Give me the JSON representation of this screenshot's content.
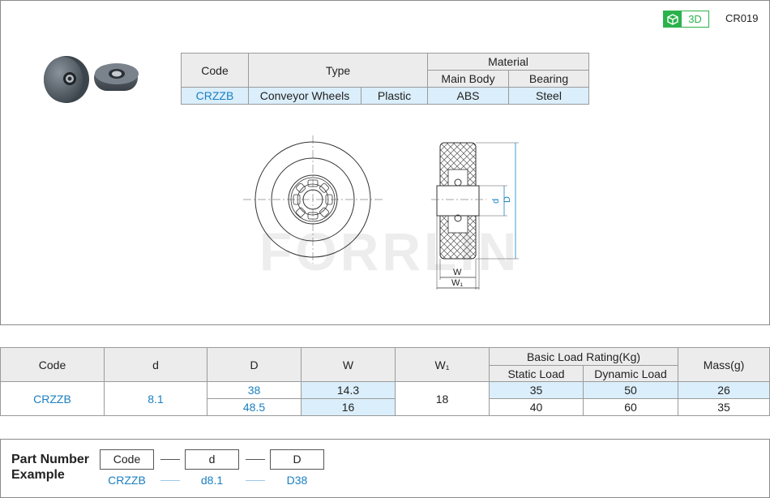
{
  "header": {
    "badge_3d": "3D",
    "product_code": "CR019"
  },
  "type_table": {
    "headers": {
      "code": "Code",
      "type": "Type",
      "material": "Material",
      "main_body": "Main Body",
      "bearing": "Bearing"
    },
    "row": {
      "code": "CRZZB",
      "type": "Conveyor Wheels",
      "type2": "Plastic",
      "main_body": "ABS",
      "bearing": "Steel"
    }
  },
  "drawing": {
    "watermark": "FORRLIN",
    "labels": {
      "d": "d",
      "D": "D",
      "W": "W",
      "W1": "W₁"
    }
  },
  "spec_table": {
    "headers": {
      "code": "Code",
      "d": "d",
      "D": "D",
      "W": "W",
      "W1": "W₁",
      "load": "Basic Load Rating(Kg)",
      "static": "Static Load",
      "dynamic": "Dynamic Load",
      "mass": "Mass(g)"
    },
    "code": "CRZZB",
    "d": "8.1",
    "W1": "18",
    "rows": [
      {
        "D": "38",
        "W": "14.3",
        "static": "35",
        "dynamic": "50",
        "mass": "26"
      },
      {
        "D": "48.5",
        "W": "16",
        "static": "40",
        "dynamic": "60",
        "mass": "35"
      }
    ]
  },
  "part_number": {
    "title_line1": "Part Number",
    "title_line2": "Example",
    "fields": [
      {
        "label": "Code",
        "value": "CRZZB"
      },
      {
        "label": "d",
        "value": "d8.1"
      },
      {
        "label": "D",
        "value": "D38"
      }
    ]
  },
  "colors": {
    "accent_blue": "#1a7fc1",
    "highlight": "#dbeefb",
    "badge_green": "#2bb24c",
    "header_gray": "#ececec"
  }
}
